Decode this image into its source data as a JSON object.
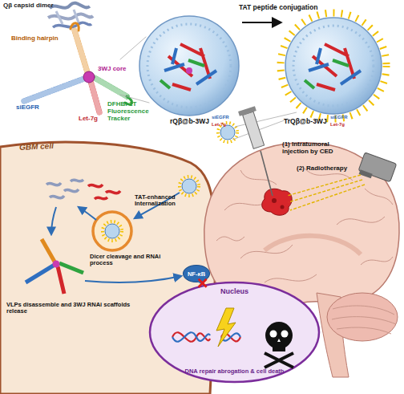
{
  "diagram": {
    "nodes": [
      {
        "text": [
          "GBM cell"
        ]
      },
      {
        "text": [
          "NF-κB"
        ],
        "in": 0
      },
      {
        "text": [
          "Nucleus",
          "DNA repair abrogation & cell death"
        ],
        "in": 0
      }
    ],
    "edges": [
      {
        "from": 1,
        "to": 2,
        "arrow": "to"
      }
    ],
    "labels": [
      "Qβ capsid dimer",
      "Binding hairpin",
      "3WJ core",
      "siEGFR",
      "Let-7g",
      "DFHBI-1T Fluorescence Tracker",
      "rQβ@b-3WJ",
      "siEGFR",
      "Let-7g",
      "TAT peptide conjugation",
      "TrQβ@b-3WJ",
      "siEGFR",
      "Let-7g",
      "(1) Intratumoral injection by CED",
      "(2) Radiotherapy",
      "TAT-enhanced Internalization",
      "Dicer cleavage and RNAi process",
      "VLPs disassemble and 3WJ RNAi scaffolds release"
    ]
  }
}
